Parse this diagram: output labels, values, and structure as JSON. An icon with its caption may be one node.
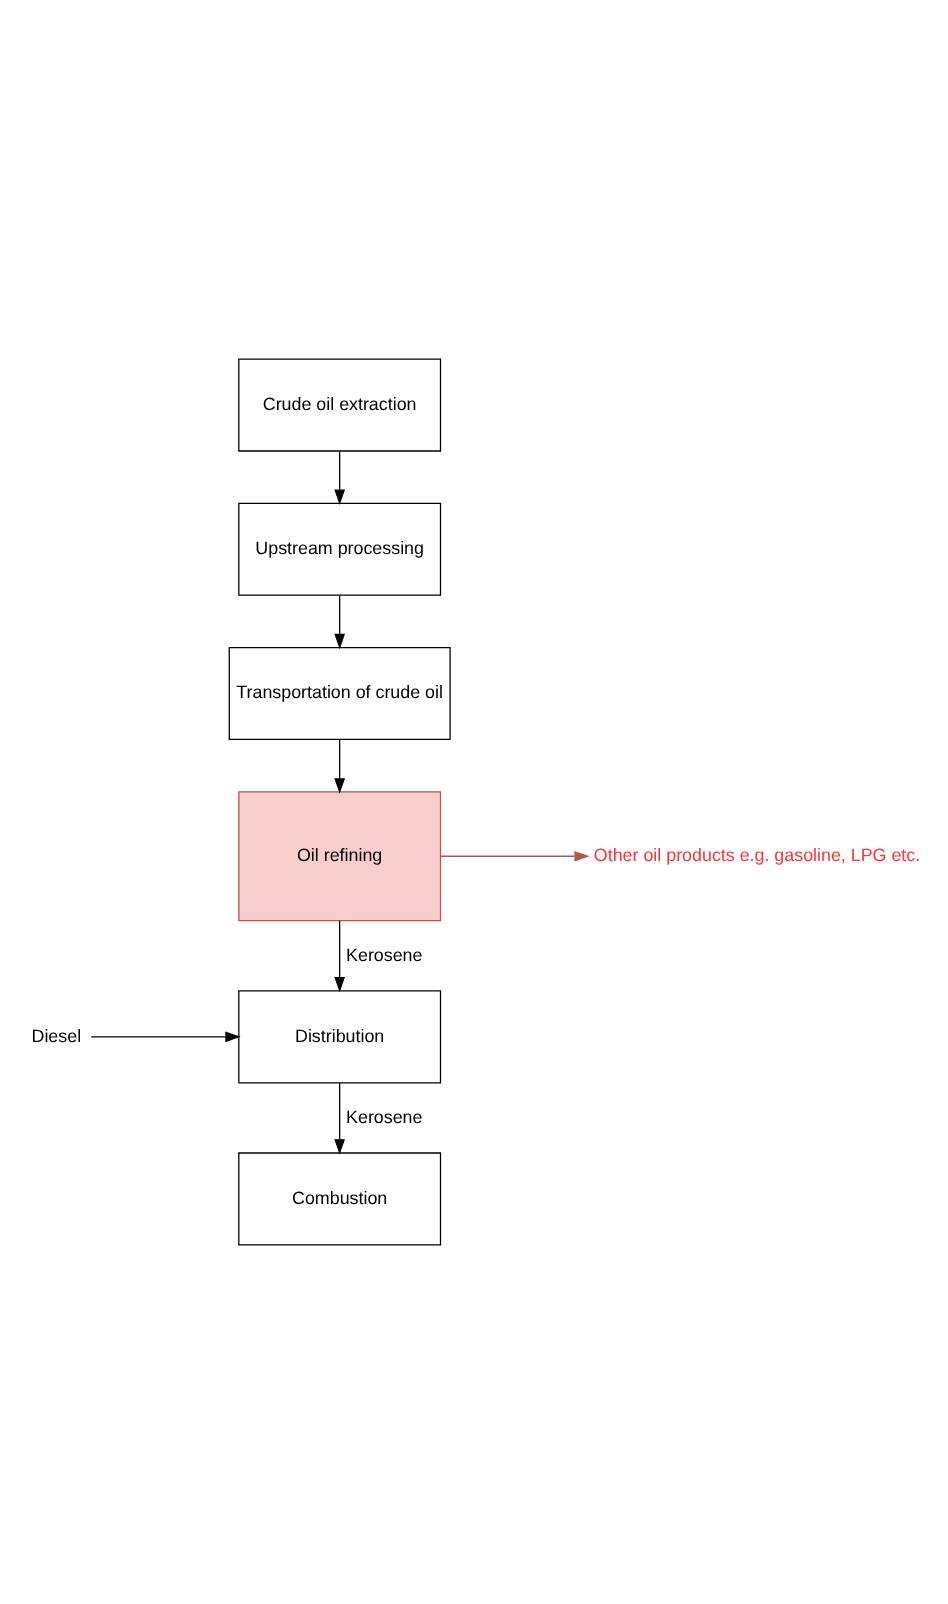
{
  "diagram": {
    "nodes": [
      {
        "text": [
          "Crude oil extraction"
        ]
      },
      {
        "text": [
          "Upstream processing"
        ]
      },
      {
        "text": [
          "Transportation of crude oil"
        ]
      },
      {
        "text": [
          "Oil refining"
        ]
      },
      {
        "text": [
          "Other oil products e.g. gasoline, LPG etc."
        ]
      },
      {
        "text": [
          "Distribution"
        ]
      },
      {
        "text": [
          "Diesel"
        ]
      },
      {
        "text": [
          "Combustion"
        ]
      }
    ],
    "edges": [
      {
        "from": 0,
        "to": 1,
        "arrow": "to"
      },
      {
        "from": 1,
        "to": 2,
        "arrow": "to"
      },
      {
        "from": 2,
        "to": 3,
        "arrow": "to"
      },
      {
        "from": 3,
        "to": 4,
        "arrow": "to",
        "color": "#b85450"
      },
      {
        "from": 3,
        "to": 5,
        "arrow": "to",
        "label": "Kerosene"
      },
      {
        "from": 6,
        "to": 5,
        "arrow": "to"
      },
      {
        "from": 5,
        "to": 7,
        "arrow": "to",
        "label": "Kerosene"
      }
    ]
  }
}
